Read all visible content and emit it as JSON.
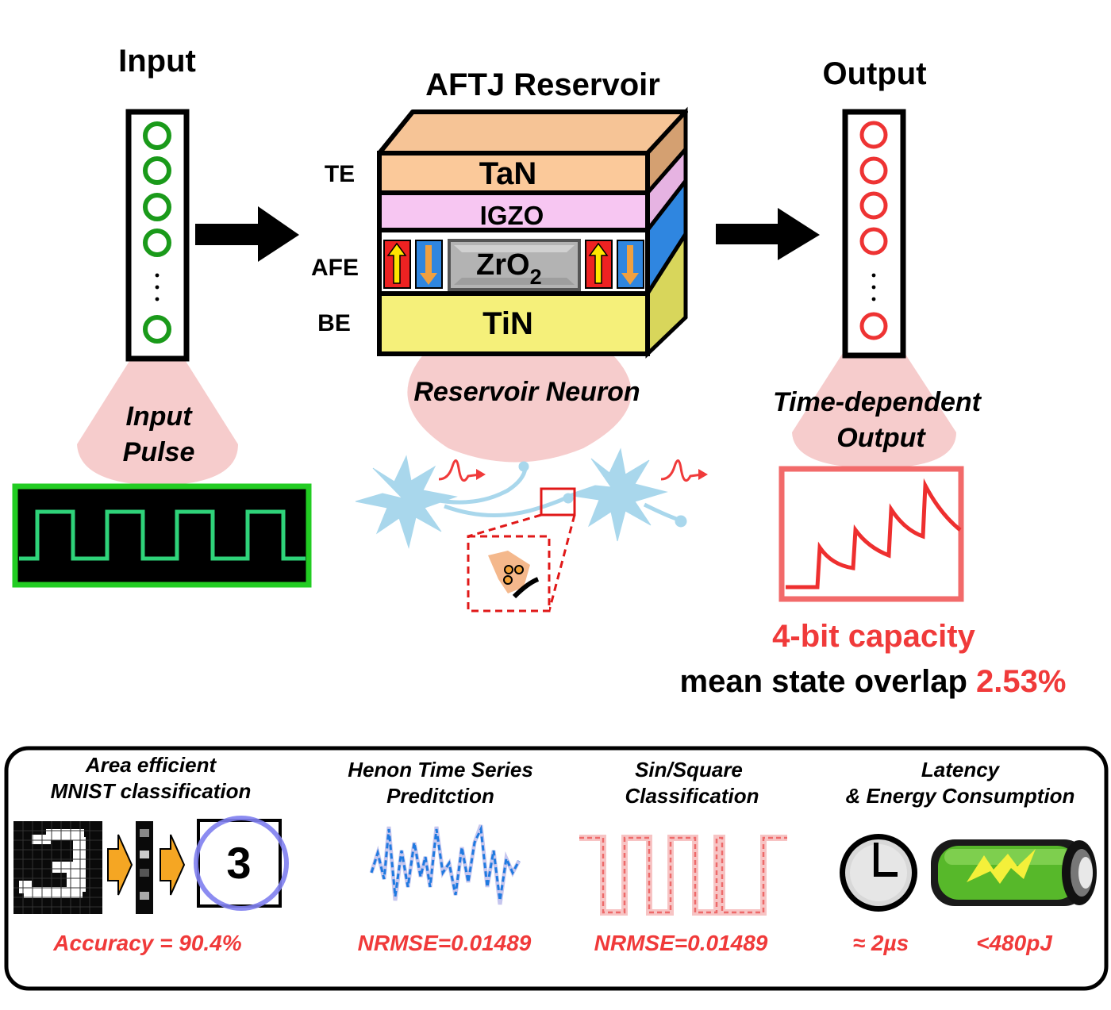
{
  "top": {
    "input_title": "Input",
    "reservoir_title": "AFTJ Reservoir",
    "output_title": "Output",
    "input_dots": "·\n·\n·",
    "output_dots": "·\n·\n·"
  },
  "stack": {
    "te_label": "TE",
    "afe_label": "AFE",
    "be_label": "BE",
    "tan": "TaN",
    "igzo": "IGZO",
    "zro2_main": "ZrO",
    "zro2_sub": "2",
    "tin": "TiN"
  },
  "captions": {
    "input_pulse_line1": "Input",
    "input_pulse_line2": "Pulse",
    "reservoir_neuron": "Reservoir Neuron",
    "output_line1": "Time-dependent",
    "output_line2": "Output"
  },
  "metrics": {
    "capacity": "4-bit capacity",
    "overlap_label": "mean state overlap ",
    "overlap_value": "2.53%"
  },
  "panel": {
    "mnist_title1": "Area efficient",
    "mnist_title2": "MNIST classification",
    "mnist_digit": "3",
    "mnist_result": "Accuracy = 90.4%",
    "henon_title1": "Henon Time Series",
    "henon_title2": "Preditction",
    "henon_result": "NRMSE=0.01489",
    "sin_title1": "Sin/Square",
    "sin_title2": "Classification",
    "sin_result": "NRMSE=0.01489",
    "lat_title1": "Latency",
    "lat_title2": "& Energy Consumption",
    "latency": "≈ 2µs",
    "energy": "<480pJ"
  },
  "colors": {
    "input_neuron": "#1a9a1a",
    "output_neuron": "#ee3333",
    "tan": "#fbc99a",
    "igzo": "#f7c6f2",
    "tin": "#f5f07a",
    "afe_side": "#2f86e0",
    "accent_red": "#f03a3a",
    "pulse_green": "#2fd37a"
  }
}
